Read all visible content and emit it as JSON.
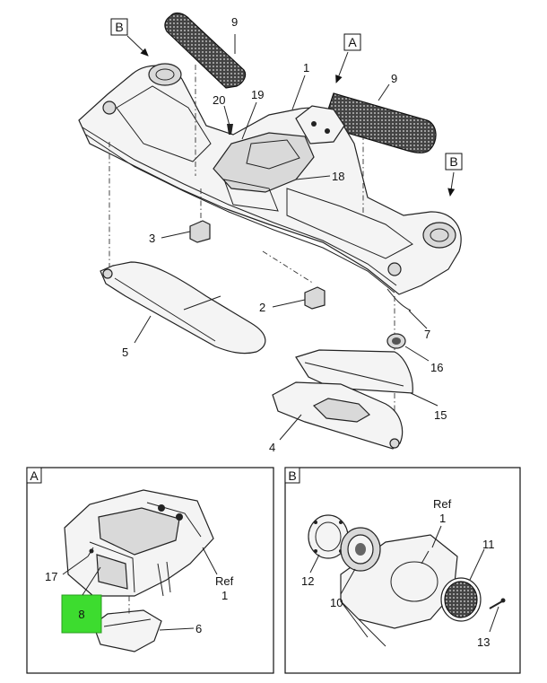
{
  "callouts": {
    "c1": "1",
    "c2": "2",
    "c3": "3",
    "c4": "4",
    "c5": "5",
    "c6": "6",
    "c7": "7",
    "c8": "8",
    "c9a": "9",
    "c9b": "9",
    "c10": "10",
    "c11": "11",
    "c12": "12",
    "c13": "13",
    "c15": "15",
    "c16": "16",
    "c17": "17",
    "c18": "18",
    "c19": "19",
    "c20": "20"
  },
  "view_tags": {
    "b_top_left": "B",
    "a_top": "A",
    "b_right": "B"
  },
  "detail_a": {
    "tag": "A",
    "ref_word": "Ref",
    "ref_num": "1"
  },
  "detail_b": {
    "tag": "B",
    "ref_word": "Ref",
    "ref_num": "1"
  },
  "colors": {
    "highlight": "#3ddc2f",
    "line": "#222222"
  }
}
